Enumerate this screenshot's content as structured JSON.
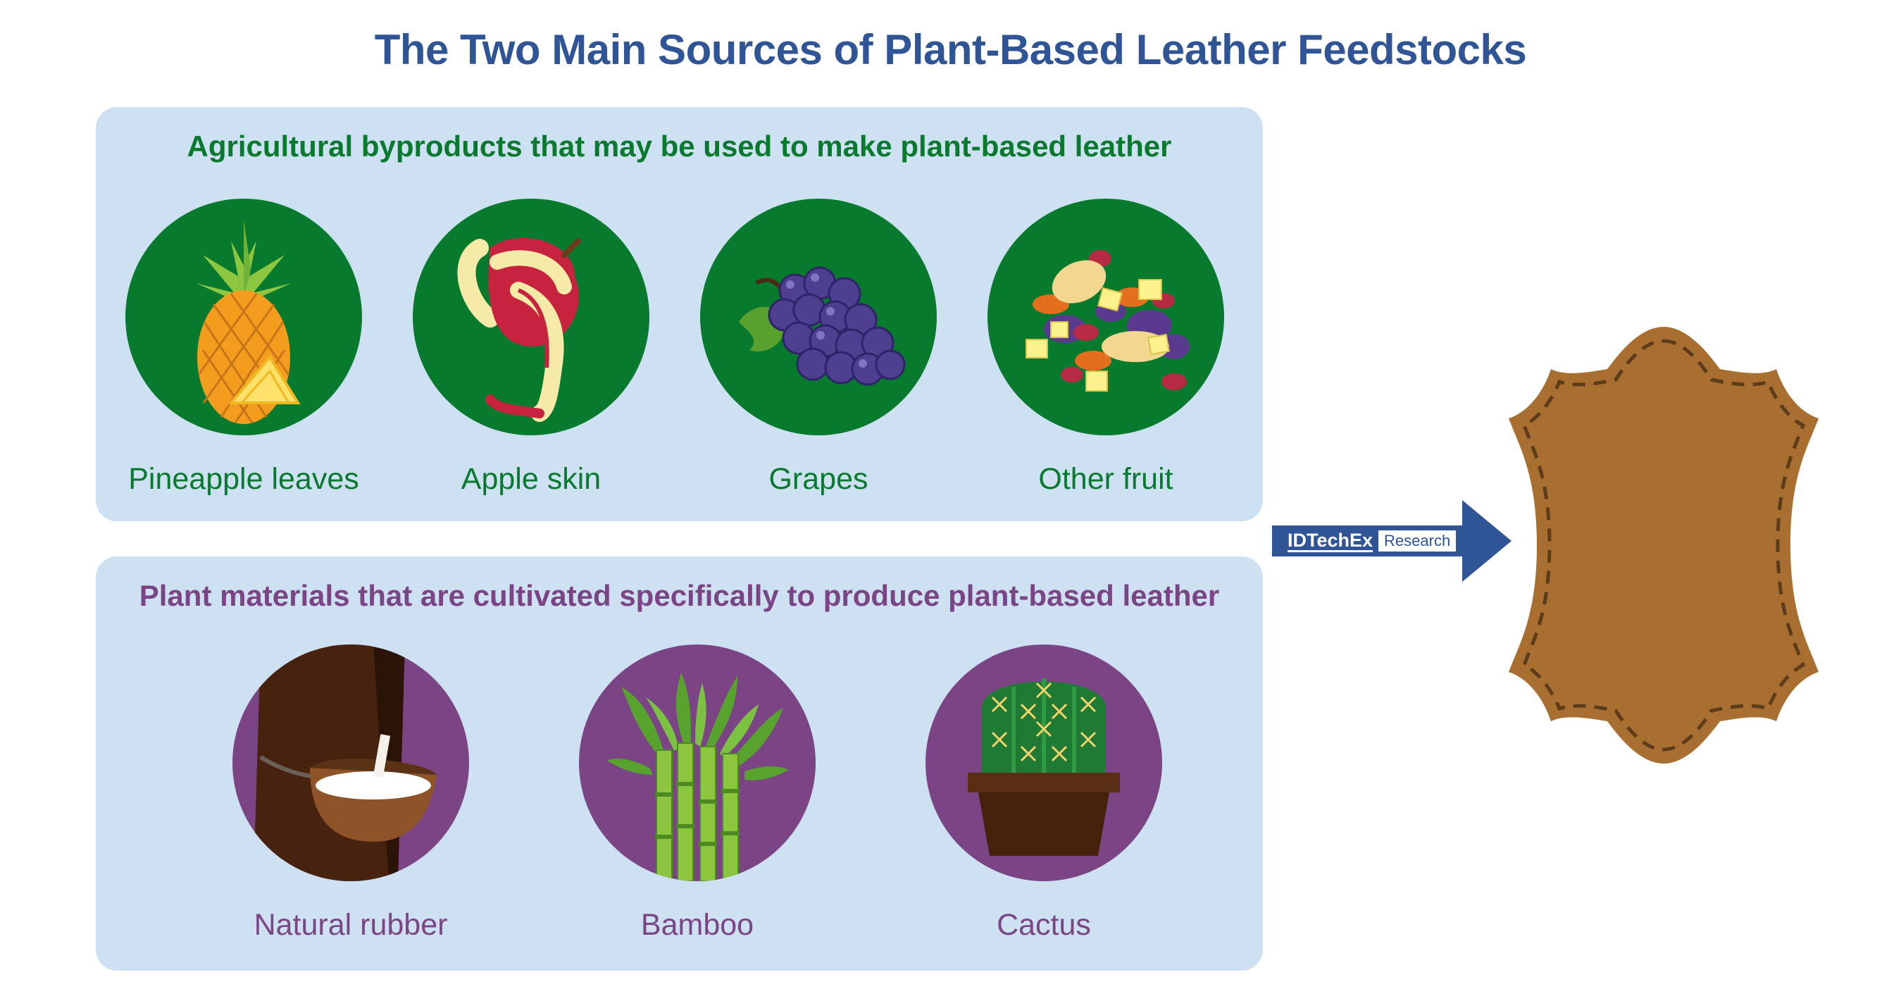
{
  "title": "The Two Main Sources of Plant-Based Leather Feedstocks",
  "agricultural": {
    "heading": "Agricultural byproducts that may be used to make plant-based leather",
    "items": [
      {
        "label": "Pineapple leaves",
        "icon": "pineapple-icon"
      },
      {
        "label": "Apple skin",
        "icon": "apple-skin-icon"
      },
      {
        "label": "Grapes",
        "icon": "grapes-icon"
      },
      {
        "label": "Other fruit",
        "icon": "mixed-fruit-icon"
      }
    ]
  },
  "cultivated": {
    "heading": "Plant materials that are cultivated specifically to produce plant-based leather",
    "items": [
      {
        "label": "Natural rubber",
        "icon": "rubber-tap-icon"
      },
      {
        "label": "Bamboo",
        "icon": "bamboo-icon"
      },
      {
        "label": "Cactus",
        "icon": "cactus-icon"
      }
    ]
  },
  "arrow": {
    "brand": "IDTechEx",
    "tag": "Research"
  },
  "colors": {
    "title": "#2f5597",
    "panel": "#cde1f3",
    "green": "#077a2e",
    "purple": "#7b4585",
    "arrow": "#2f5597",
    "leather": "#a86f30"
  }
}
